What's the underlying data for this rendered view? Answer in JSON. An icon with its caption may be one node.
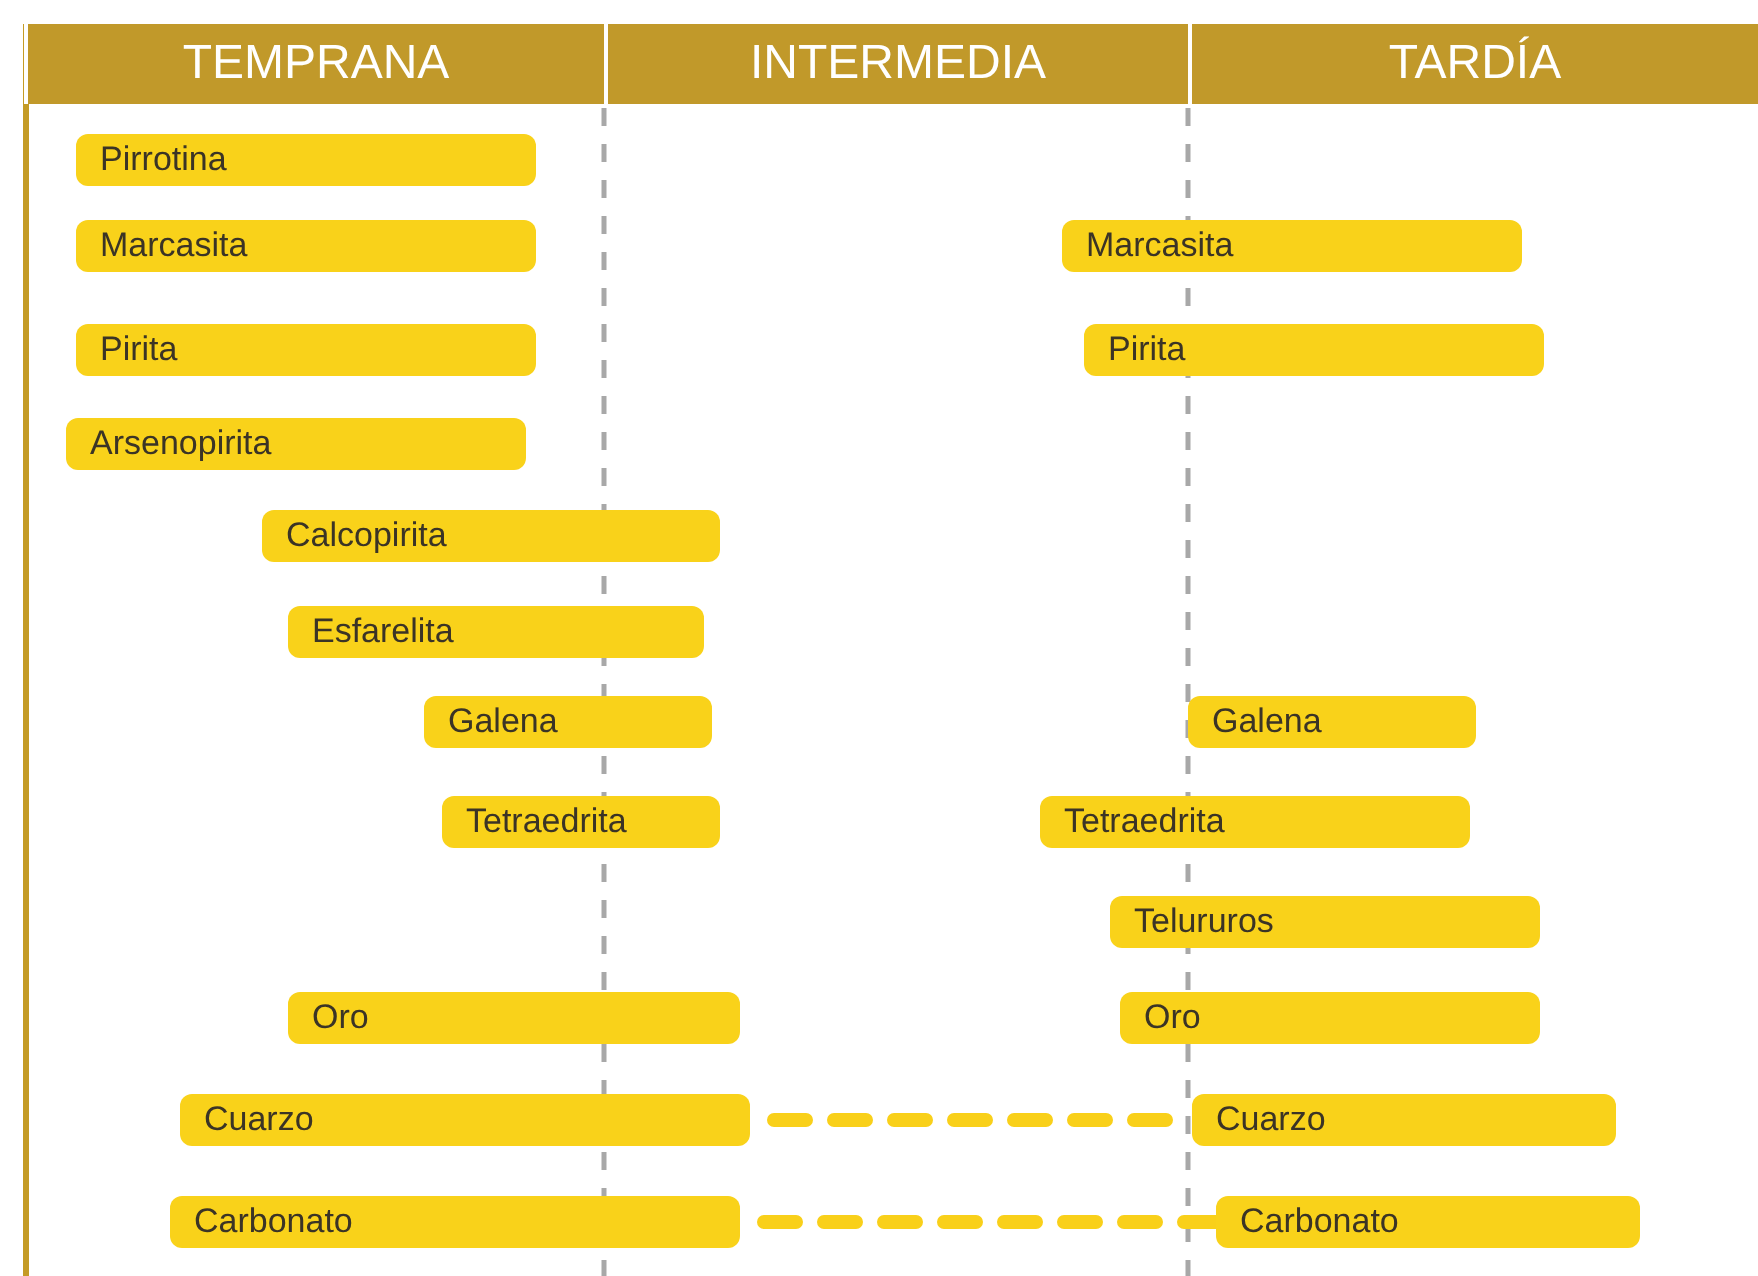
{
  "diagram": {
    "nodes": [
      {
        "text": [
          "TEMPRANA"
        ]
      },
      {
        "text": [
          "INTERMEDIA"
        ]
      },
      {
        "text": [
          "TARDÍA"
        ]
      },
      {
        "text": [
          "Pirrotina"
        ]
      },
      {
        "text": [
          "Marcasita"
        ]
      },
      {
        "text": [
          "Marcasita"
        ]
      },
      {
        "text": [
          "Pirita"
        ]
      },
      {
        "text": [
          "Pirita"
        ]
      },
      {
        "text": [
          "Arsenopirita"
        ]
      },
      {
        "text": [
          "Calcopirita"
        ]
      },
      {
        "text": [
          "Esfarelita"
        ]
      },
      {
        "text": [
          "Galena"
        ]
      },
      {
        "text": [
          "Galena"
        ]
      },
      {
        "text": [
          "Tetraedrita"
        ]
      },
      {
        "text": [
          "Tetraedrita"
        ]
      },
      {
        "text": [
          "Telururos"
        ]
      },
      {
        "text": [
          "Oro"
        ]
      },
      {
        "text": [
          "Oro"
        ]
      },
      {
        "text": [
          "Cuarzo"
        ]
      },
      {
        "text": [
          "Cuarzo"
        ]
      },
      {
        "text": [
          "Carbonato"
        ]
      },
      {
        "text": [
          "Carbonato"
        ]
      }
    ],
    "edges": [
      {
        "from": 18,
        "to": 19,
        "arrow": "none",
        "style": "dashed"
      },
      {
        "from": 20,
        "to": 21,
        "arrow": "none",
        "style": "dashed"
      }
    ]
  }
}
